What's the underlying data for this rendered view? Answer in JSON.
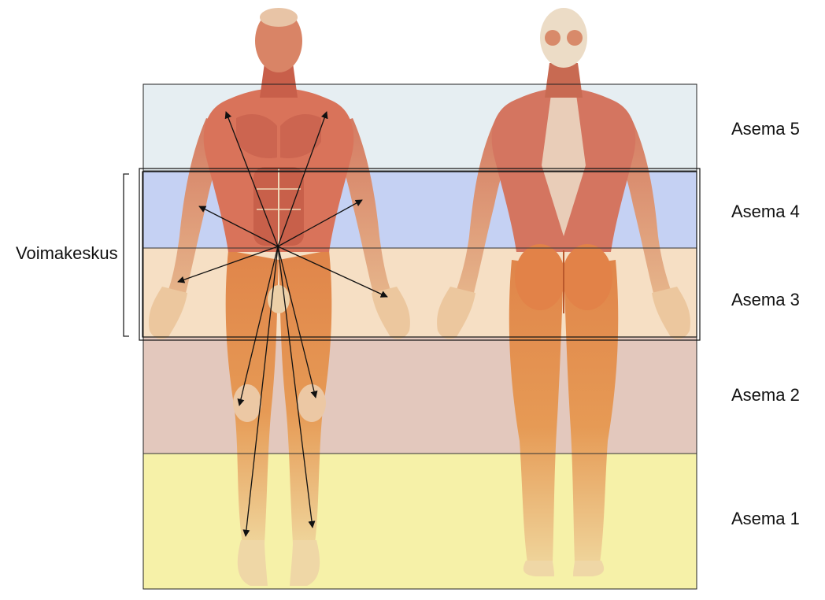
{
  "labels": {
    "zone5": "Asema 5",
    "zone4": "Asema 4",
    "zone3": "Asema 3",
    "zone2": "Asema 2",
    "zone1": "Asema 1",
    "power_center": "Voimakeskus"
  },
  "colors": {
    "zone5": "#e6eef2",
    "zone4": "#c5d1f3",
    "zone3": "#f6dfc4",
    "zone2": "#e3c8bd",
    "zone1": "#f6f1a8",
    "muscle": "#d9735a",
    "muscle_dark": "#b54a35",
    "leg_muscle": "#e08a4a",
    "skin_light": "#ecd3a6",
    "tendon": "#efe2bd",
    "arrow": "#111111",
    "border": "#222222"
  }
}
